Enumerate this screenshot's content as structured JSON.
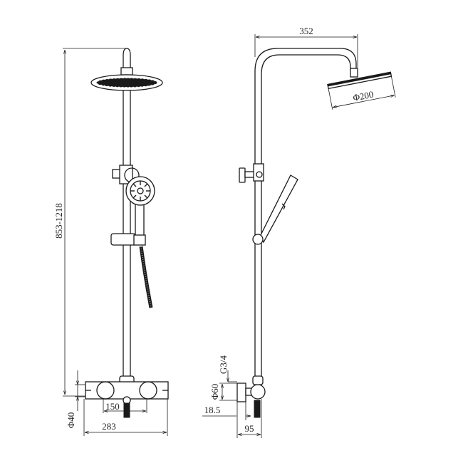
{
  "drawing": {
    "title": "Thermostatic shower column technical drawing",
    "views": [
      "front-view",
      "side-view"
    ],
    "dimensions": {
      "height_range": "853-1218",
      "head_projection": "352",
      "head_diameter": "Φ200",
      "valve_centres": "150",
      "valve_width": "283",
      "pipe_diameter": "Φ40",
      "inlet_thread": "G3/4",
      "escutcheon_diameter": "Φ60",
      "escutcheon_depth": "18.5",
      "wall_projection": "95"
    },
    "colors": {
      "line": "#1a1a1a",
      "background": "#ffffff"
    }
  }
}
